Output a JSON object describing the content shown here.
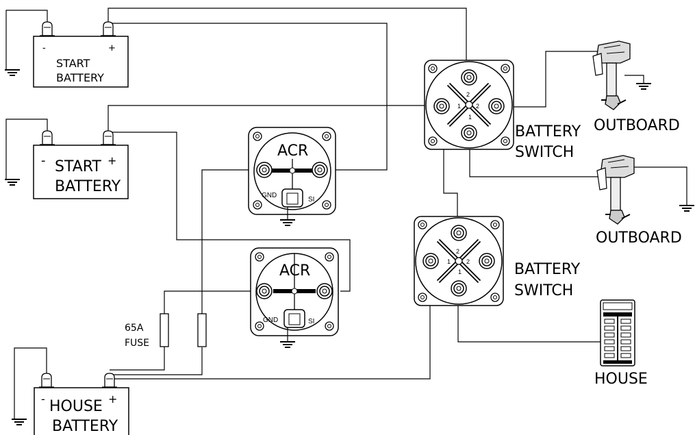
{
  "batteries": [
    {
      "name_line1": "START",
      "name_line2": "BATTERY",
      "neg": "-",
      "pos": "+"
    },
    {
      "name_line1": "START",
      "name_line2": "BATTERY",
      "neg": "-",
      "pos": "+"
    },
    {
      "name_line1": "HOUSE",
      "name_line2": "BATTERY",
      "neg": "-",
      "pos": "+"
    }
  ],
  "acr": [
    {
      "title": "ACR",
      "gnd": "GND",
      "si": "SI"
    },
    {
      "title": "ACR",
      "gnd": "GND",
      "si": "SI"
    }
  ],
  "switches": [
    {
      "line1": "BATTERY",
      "line2": "SWITCH",
      "pos_top": "2",
      "pos_left": "1",
      "pos_right": "2",
      "pos_bottom": "1"
    },
    {
      "line1": "BATTERY",
      "line2": "SWITCH",
      "pos_top": "2",
      "pos_left": "1",
      "pos_right": "2",
      "pos_bottom": "1"
    }
  ],
  "loads": {
    "outboard1": "OUTBOARD",
    "outboard2": "OUTBOARD",
    "house": "HOUSE"
  },
  "fuse": {
    "line1": "65A",
    "line2": "FUSE"
  }
}
